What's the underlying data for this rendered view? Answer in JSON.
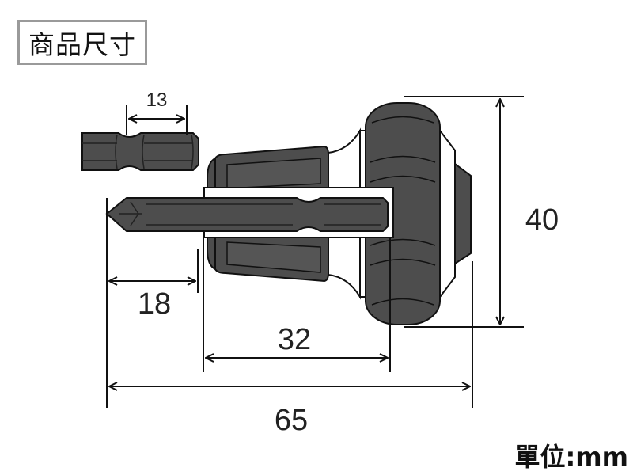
{
  "title": "商品尺寸",
  "unit_label": "單位:mm",
  "dimensions": {
    "bit_hex_length": "13",
    "bit_protrusion": "18",
    "handle_length": "32",
    "total_length": "65",
    "wheel_diameter": "40"
  },
  "colors": {
    "body": "#4d4d4d",
    "outline": "#111111",
    "frame": "#9a9a9a"
  }
}
